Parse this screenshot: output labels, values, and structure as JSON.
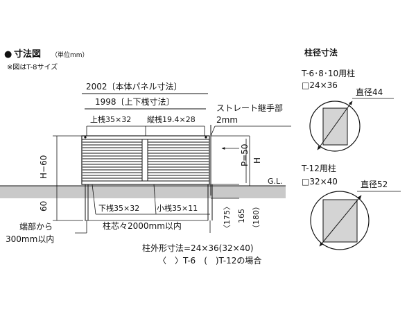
{
  "header": {
    "bullet": "●",
    "title": "寸法図",
    "unit": "（単位mm）",
    "note": "※図はT-8サイズ"
  },
  "dims": {
    "panel_width": "2002〔本体パネル寸法〕",
    "rail_width": "1998〔上下桟寸法〕",
    "top_rail": "上桟35×32",
    "vertical_bar": "縦桟19.4×28",
    "straight_joint_line1": "ストレート継手部",
    "straight_joint_line2": "2mm",
    "left_h60": "H−60",
    "left_60": "60",
    "p50": "P=50",
    "h": "H",
    "gl": "G.L.",
    "bottom_rail": "下桟35×32",
    "small_rail": "小桟35×11",
    "post_pitch": "柱芯々2000mm以内",
    "end_line1": "端部から",
    "end_line2": "300mm以内",
    "d175": "〈175〉",
    "d165": "165",
    "d180": "（180）",
    "post_outer_line1": "柱外形寸法=24×36(32×40)",
    "post_outer_line2": "〈　〉T-6　(　)T-12の場合"
  },
  "post_section": {
    "title": "柱径寸法",
    "a_label": "T-6･8･10用柱",
    "a_size": "□24×36",
    "a_diameter": "直径44",
    "b_label": "T-12用柱",
    "b_size": "□32×40",
    "b_diameter": "直径52"
  },
  "colors": {
    "line": "#111111",
    "ground": "#c9c9c9",
    "post_fill": "#d4d4d4"
  }
}
